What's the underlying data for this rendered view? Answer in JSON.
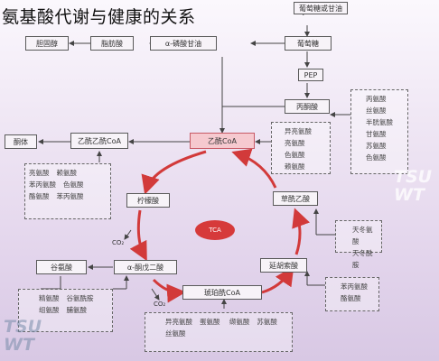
{
  "title": "氨基酸代谢与健康的关系",
  "nodes": {
    "top_box": "葡萄糖或甘油",
    "fat": "胆固醇",
    "fatty_acid": "脂肪酸",
    "glycerol": "α-磷酸甘油",
    "glucose": "葡萄糖",
    "pep": "PEP",
    "pyruvate": "丙酮酸",
    "ketone": "酮体",
    "acetoacetyl": "乙酰乙酰CoA",
    "acetyl": "乙酰CoA",
    "citrate": "柠檬酸",
    "oxaloacetate": "草酰乙酸",
    "akg": "α-酮戊二酸",
    "glu": "谷氨酸",
    "fumarate": "延胡索酸",
    "succinyl": "琥珀酰CoA",
    "tca": "TCA",
    "co2_1": "CO₂",
    "co2_2": "CO₂"
  },
  "groups": {
    "pyruvate_aa": [
      "丙氨酸",
      "丝氨酸",
      "半胱氨酸",
      "甘氨酸",
      "苏氨酸",
      "色氨酸"
    ],
    "acetyl_aa": [
      "异亮氨酸",
      "亮氨酸",
      "色氨酸",
      "赖氨酸"
    ],
    "acetoacetyl_aa": [
      "亮氨酸",
      "赖氨酸",
      "苯丙氨酸",
      "色氨酸",
      "酪氨酸",
      "苯丙氨酸"
    ],
    "oxalo_aa": [
      "天冬氨酸",
      "天冬酰胺"
    ],
    "fumarate_aa": [
      "苯丙氨酸",
      "酪氨酸"
    ],
    "akg_aa": [
      "精氨酸",
      "谷氨酰胺",
      "组氨酸",
      "脯氨酸"
    ],
    "succinyl_aa": [
      "异亮氨酸",
      "蛋氨酸",
      "缬氨酸",
      "苏氨酸",
      "丝氨酸"
    ]
  },
  "watermark": {
    "line1": "TSU",
    "line2": "WT"
  },
  "colors": {
    "cycle": "#d23a3a",
    "tca": "#d63a3a"
  }
}
